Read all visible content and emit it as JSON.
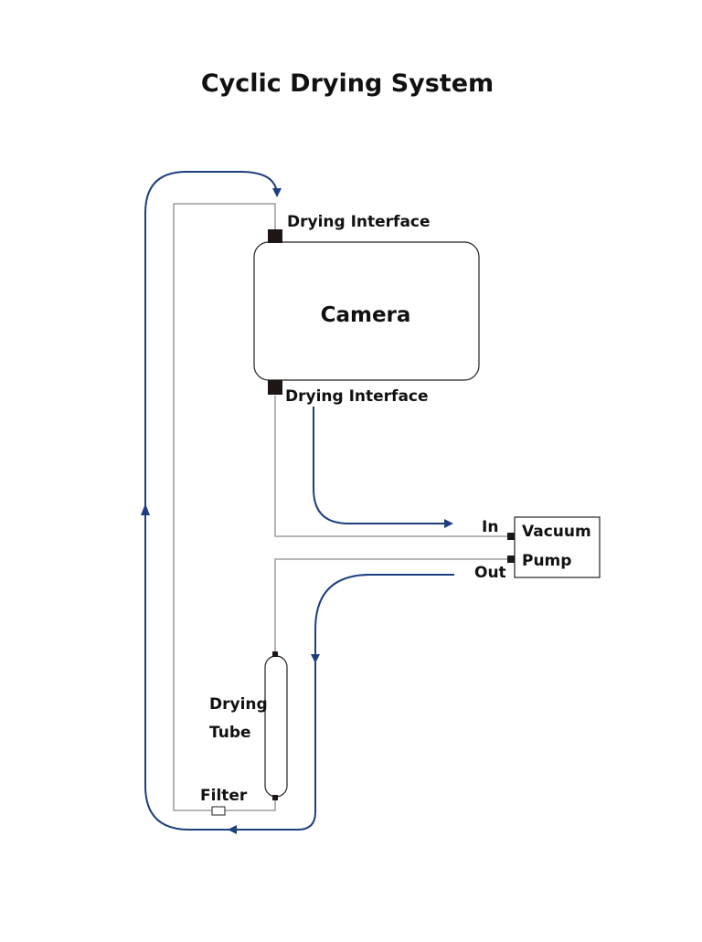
{
  "title": "Cyclic Drying System",
  "colors": {
    "flow_arrow": "#1d3f80",
    "pipe": "#8a8a8a",
    "outline": "#222222",
    "interface_block": "#1e1614"
  },
  "camera": {
    "label": "Camera"
  },
  "interfaces": {
    "top_label": "Drying Interface",
    "bottom_label": "Drying Interface"
  },
  "pump": {
    "label_line1": "Vacuum",
    "label_line2": "Pump",
    "in_label": "In",
    "out_label": "Out"
  },
  "drying_tube": {
    "label_line1": "Drying",
    "label_line2": "Tube"
  },
  "filter": {
    "label": "Filter"
  }
}
